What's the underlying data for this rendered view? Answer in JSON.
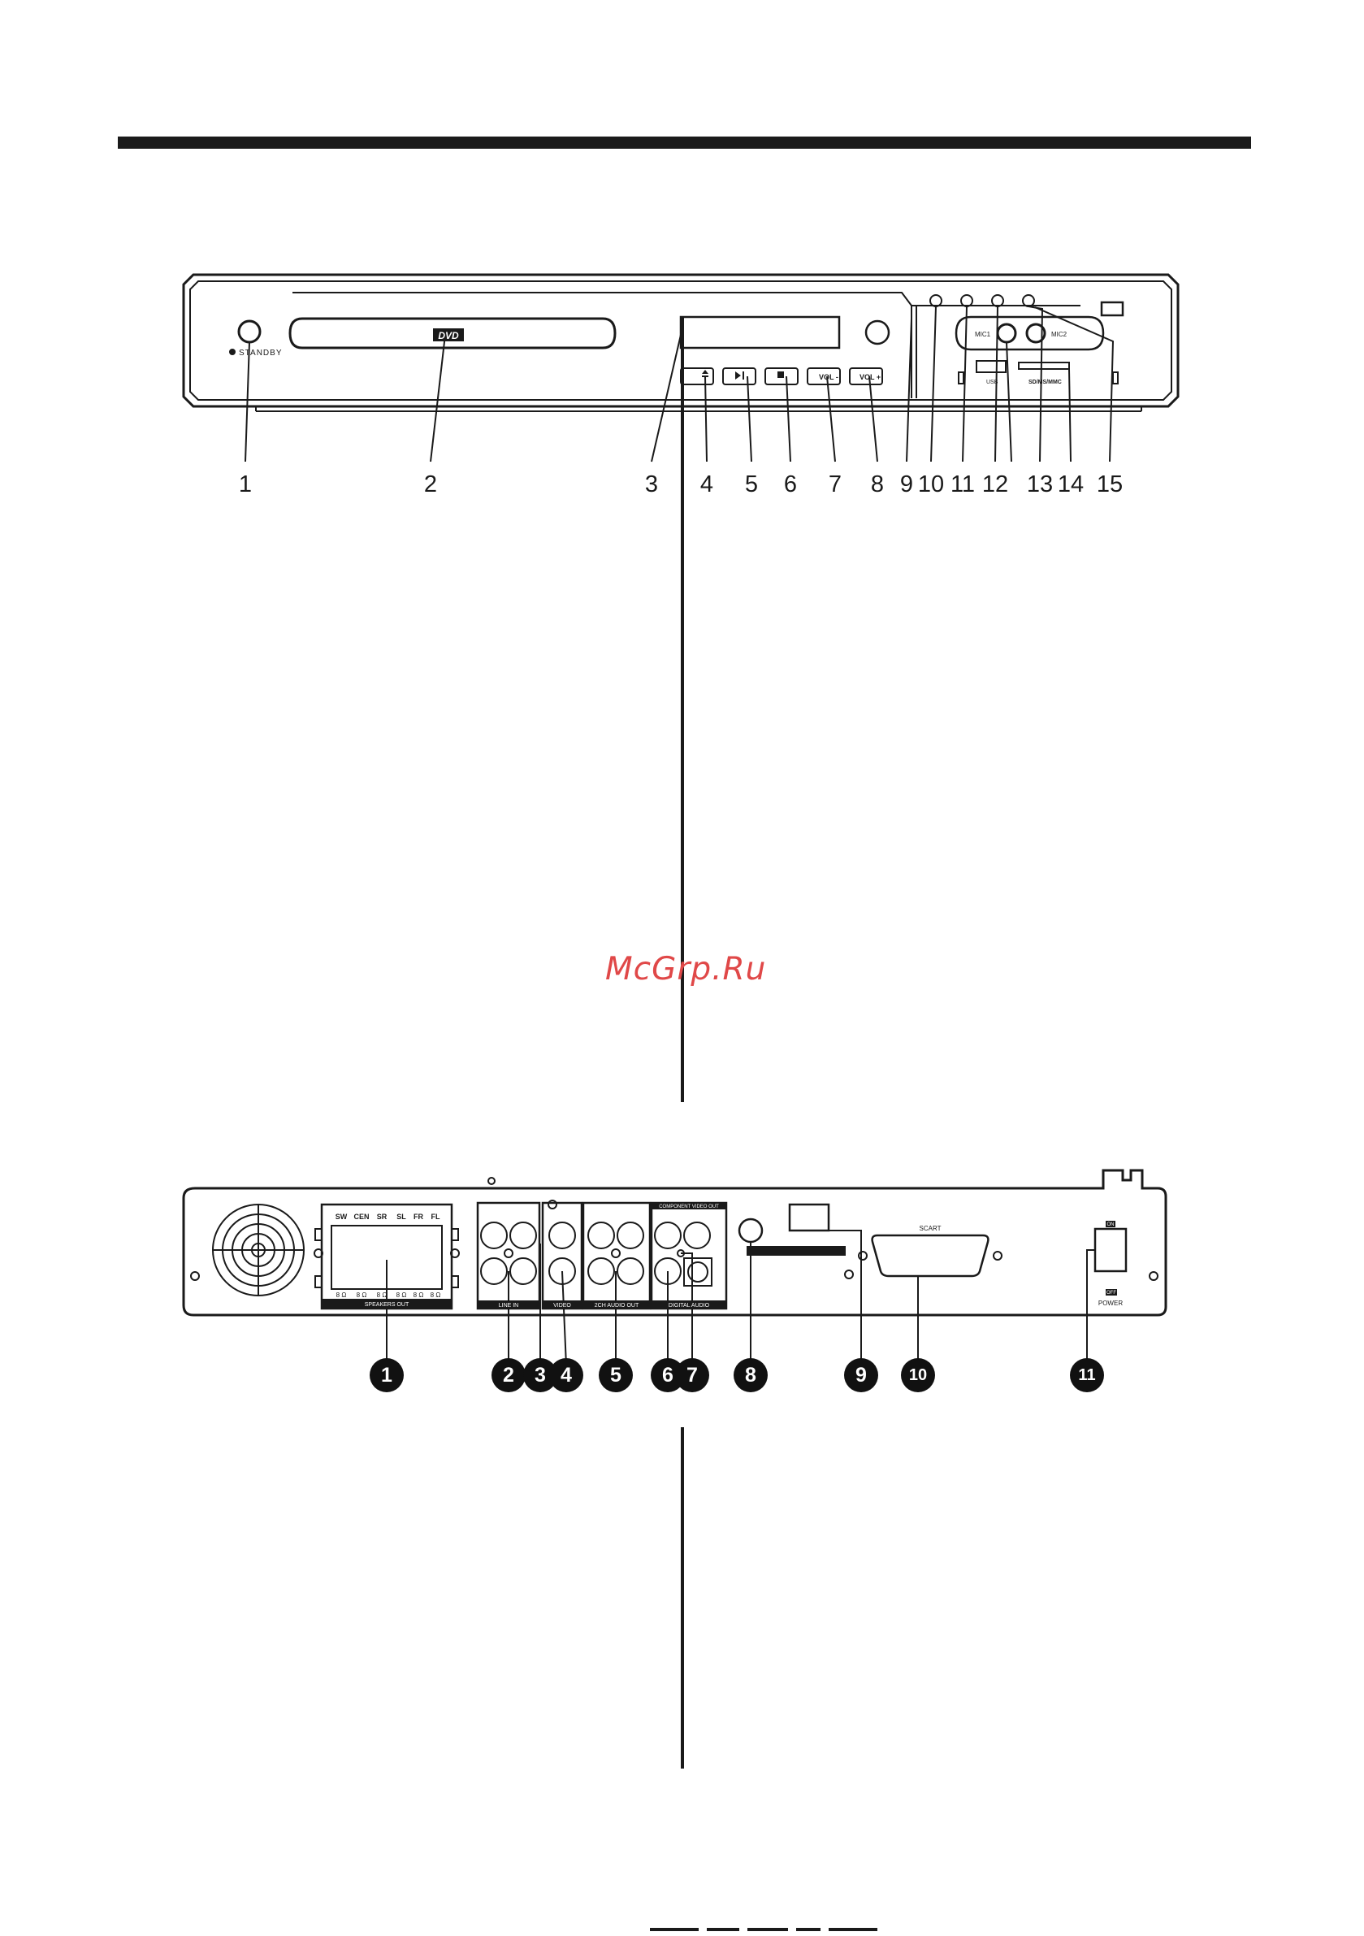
{
  "front_panel": {
    "labels": {
      "standby": "STANDBY",
      "dvd_logo": "DVD",
      "vol_minus": "VOL -",
      "vol_plus": "VOL +",
      "mic1": "MIC1",
      "mic2": "MIC2",
      "usb": "USB",
      "card_slot": "SD/MS/MMC"
    },
    "callouts": [
      "1",
      "2",
      "3",
      "4",
      "5",
      "6",
      "7",
      "8",
      "9",
      "10",
      "11",
      "12",
      "13",
      "14",
      "15"
    ]
  },
  "rear_panel": {
    "labels": {
      "speaker_channels": [
        "SW",
        "CEN",
        "SR",
        "SL",
        "FR",
        "FL"
      ],
      "impedance": [
        "8 Ω",
        "8 Ω",
        "8 Ω",
        "8 Ω",
        "8 Ω",
        "8 Ω"
      ],
      "speakers_out": "SPEAKERS OUT",
      "line_in": "LINE IN",
      "video": "VIDEO",
      "component_video_out": "COMPONENT VIDEO OUT",
      "ch2_audio_out": "2CH AUDIO OUT",
      "digital_audio": "DIGITAL AUDIO",
      "scart": "SCART",
      "power": "POWER",
      "on": "ON",
      "off": "OFF"
    },
    "callouts": [
      "1",
      "2",
      "3",
      "4",
      "5",
      "6",
      "7",
      "8",
      "9",
      "10",
      "11"
    ]
  },
  "watermark": "McGrp.Ru"
}
